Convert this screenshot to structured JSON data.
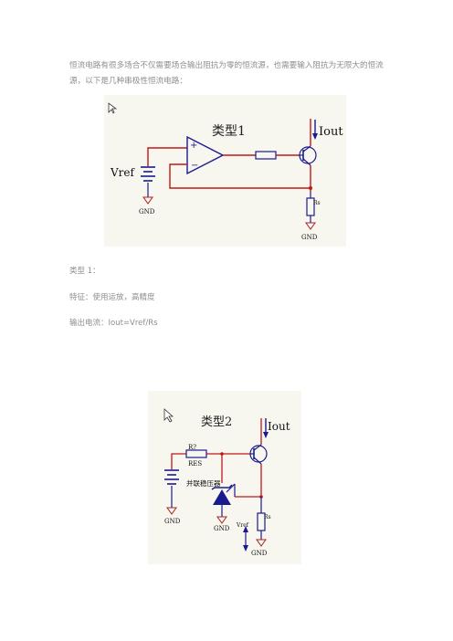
{
  "intro": "恒流电路有很多场合不仅需要场合输出阻抗为零的恒流源，也需要输入阻抗为无限大的恒流源，以下是几种串极性恒流电路：",
  "figure1": {
    "title": "类型1",
    "iout": "Iout",
    "vref": "Vref",
    "rs": "Rs",
    "gnd": "GND",
    "plus": "+",
    "minus": "−"
  },
  "notes": {
    "type": "类型 1：",
    "feature": "特征：使用运放，高精度",
    "current": "输出电流：Iout=Vref/Rs"
  },
  "figure2": {
    "title": "类型2",
    "iout": "Iout",
    "r_name": "R?",
    "r_val": "RES",
    "regulator": "并联稳压器",
    "vref": "Vref",
    "rs": "Rs",
    "gnd": "GND"
  },
  "colors": {
    "wire_red": "#c01818",
    "wire_blue": "#1a1a90",
    "bg_fig": "#f7f7ef"
  }
}
